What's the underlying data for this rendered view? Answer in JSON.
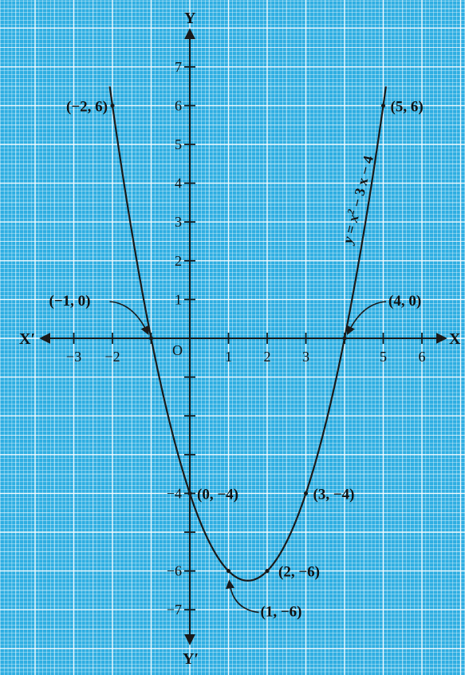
{
  "chart_data": {
    "type": "line",
    "title": "",
    "equation": "y = x² − 3x − 4",
    "equation_parts": {
      "y": "y",
      "eq": " = ",
      "x": "x",
      "two": "2",
      "rest": " − 3 x − 4"
    },
    "xlim": [
      -4,
      7
    ],
    "ylim": [
      -8,
      8
    ],
    "x_ticks": [
      "−3",
      "−2",
      "1",
      "2",
      "3",
      "5",
      "6"
    ],
    "x_tick_values": [
      -3,
      -2,
      1,
      2,
      3,
      5,
      6
    ],
    "y_ticks": [
      "7",
      "6",
      "5",
      "4",
      "3",
      "2",
      "1",
      "−4",
      "−6",
      "−7"
    ],
    "y_tick_values": [
      7,
      6,
      5,
      4,
      3,
      2,
      1,
      -4,
      -6,
      -7
    ],
    "axis_labels": {
      "x_pos": "X",
      "x_neg": "X′",
      "y_pos": "Y",
      "y_neg": "Y′",
      "origin": "O"
    },
    "series": [
      {
        "x": [
          -2,
          -1,
          0,
          1,
          2,
          3,
          4,
          5
        ],
        "y": [
          6,
          0,
          -4,
          -6,
          -6,
          -4,
          0,
          6
        ],
        "color": "#1a1a1a"
      }
    ],
    "points": [
      {
        "x": -2,
        "y": 6,
        "label": "(−2, 6)"
      },
      {
        "x": -1,
        "y": 0,
        "label": "(−1, 0)"
      },
      {
        "x": 0,
        "y": -4,
        "label": "(0, −4)"
      },
      {
        "x": 1,
        "y": -6,
        "label": "(1, −6)"
      },
      {
        "x": 2,
        "y": -6,
        "label": "(2, −6)"
      },
      {
        "x": 3,
        "y": -4,
        "label": "(3, −4)"
      },
      {
        "x": 4,
        "y": 0,
        "label": "(4, 0)"
      },
      {
        "x": 5,
        "y": 6,
        "label": "(5, 6)"
      }
    ],
    "grid": true,
    "colors": {
      "background": "#2eaee2",
      "grid_minor": "#ffffff",
      "grid_major": "#ffffff",
      "axes": "#1a1a1a"
    }
  }
}
